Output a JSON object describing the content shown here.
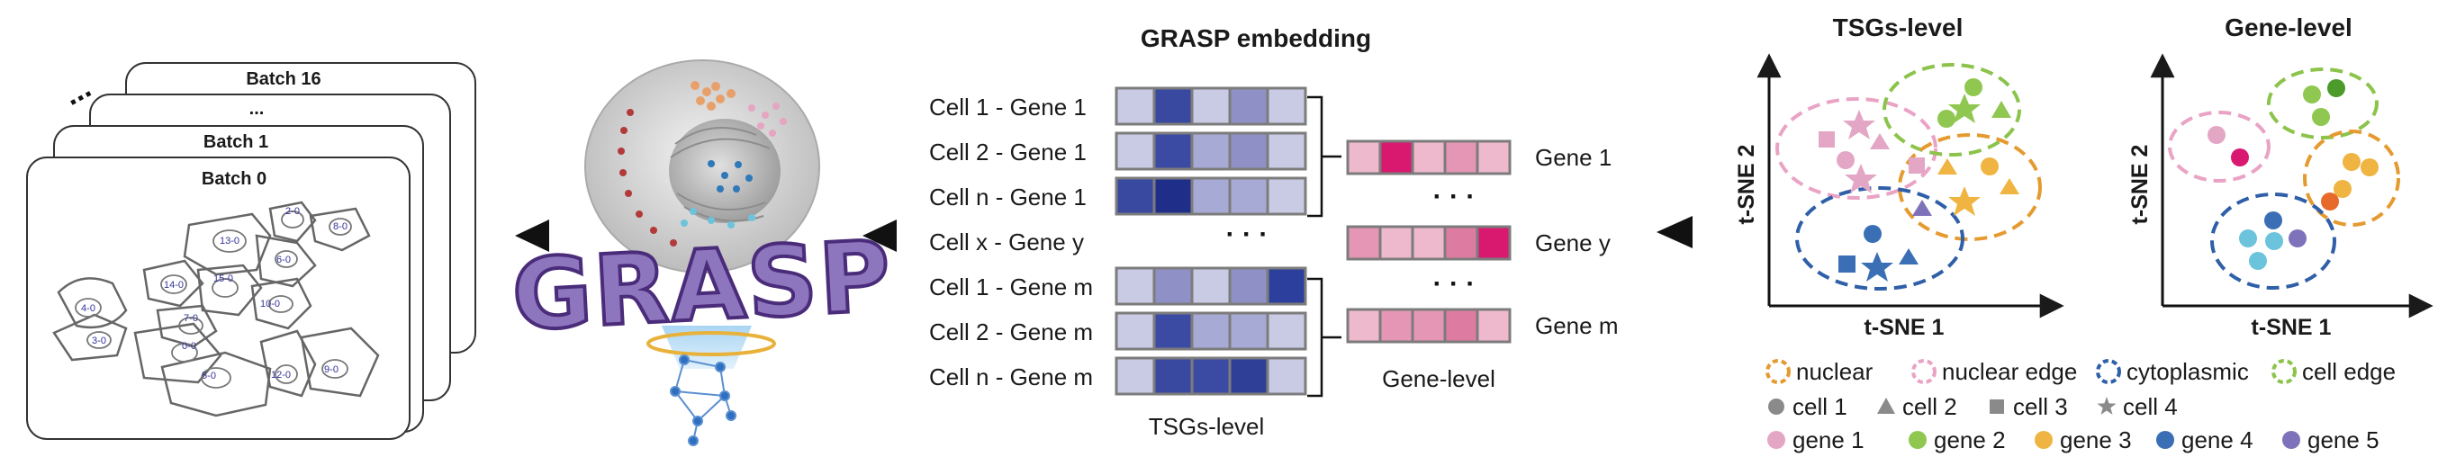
{
  "batches": {
    "top": "Batch 16",
    "dots": "...",
    "mid": "Batch 1",
    "front": "Batch 0",
    "ellipsis": "..."
  },
  "cell_ids": [
    "2-0",
    "8-0",
    "13-0",
    "6-0",
    "14-0",
    "15-0",
    "4-0",
    "10-0",
    "3-0",
    "7-0",
    "0-0",
    "5-0",
    "12-0",
    "9-0"
  ],
  "logo": "GRASP",
  "embedding": {
    "title": "GRASP embedding",
    "tsg_rows": [
      {
        "label": "Cell 1 - Gene 1",
        "colors": [
          "#c9cbe5",
          "#3949a0",
          "#c9cbe5",
          "#8f91c6",
          "#c9cbe5"
        ]
      },
      {
        "label": "Cell 2 - Gene 1",
        "colors": [
          "#c9cbe5",
          "#3b4aa3",
          "#a8aad6",
          "#8f91c6",
          "#c9cbe5"
        ]
      },
      {
        "label": "Cell n - Gene 1",
        "colors": [
          "#3949a0",
          "#1f2e88",
          "#a8aad6",
          "#a8aad6",
          "#c9cbe5"
        ]
      },
      {
        "label": "Cell x - Gene y",
        "colors": []
      },
      {
        "label": "Cell 1 - Gene m",
        "colors": [
          "#c9cbe5",
          "#8f91c6",
          "#c9cbe5",
          "#8f91c6",
          "#2c3f9c"
        ]
      },
      {
        "label": "Cell 2 - Gene m",
        "colors": [
          "#c9cbe5",
          "#3b4aa3",
          "#a8aad6",
          "#a8aad6",
          "#c9cbe5"
        ]
      },
      {
        "label": "Cell n - Gene m",
        "colors": [
          "#c9cbe5",
          "#3949a0",
          "#3b4aa3",
          "#2f3f98",
          "#c9cbe5"
        ]
      }
    ],
    "mid_dots": "· · ·",
    "tsg_caption": "TSGs-level",
    "gene_rows": [
      {
        "label": "Gene 1",
        "colors": [
          "#eeb9cc",
          "#d8196f",
          "#eeb9cc",
          "#e596b4",
          "#eeb9cc"
        ]
      },
      {
        "label": "Gene y",
        "colors": [
          "#e596b4",
          "#eeb9cc",
          "#eeb9cc",
          "#de7ba1",
          "#d8196f"
        ]
      },
      {
        "label": "Gene m",
        "colors": [
          "#eeb9cc",
          "#e596b4",
          "#e596b4",
          "#de7ba1",
          "#eeb9cc"
        ]
      }
    ],
    "gene_dots": "· · ·",
    "gene_caption": "Gene-level"
  },
  "plots": {
    "tsg_title": "TSGs-level",
    "gene_title": "Gene-level",
    "x_axis": "t-SNE 1",
    "y_axis": "t-SNE 2"
  },
  "legend": {
    "regions": [
      {
        "label": "nuclear",
        "color": "#e59a2f"
      },
      {
        "label": "nuclear edge",
        "color": "#eaa3c4"
      },
      {
        "label": "cytoplasmic",
        "color": "#2f5fa8"
      },
      {
        "label": "cell edge",
        "color": "#8cc34b"
      }
    ],
    "cells": [
      {
        "label": "cell 1",
        "shape": "circle-icon"
      },
      {
        "label": "cell 2",
        "shape": "triangle-icon"
      },
      {
        "label": "cell  3",
        "shape": "square-icon"
      },
      {
        "label": "cell 4",
        "shape": "star-icon"
      }
    ],
    "genes": [
      {
        "label": "gene 1",
        "color": "#e4a6c5"
      },
      {
        "label": "gene 2",
        "color": "#8fc750"
      },
      {
        "label": "gene 3",
        "color": "#efb441"
      },
      {
        "label": "gene 4",
        "color": "#3a6fb5"
      },
      {
        "label": "gene 5",
        "color": "#7e73ba"
      }
    ]
  }
}
